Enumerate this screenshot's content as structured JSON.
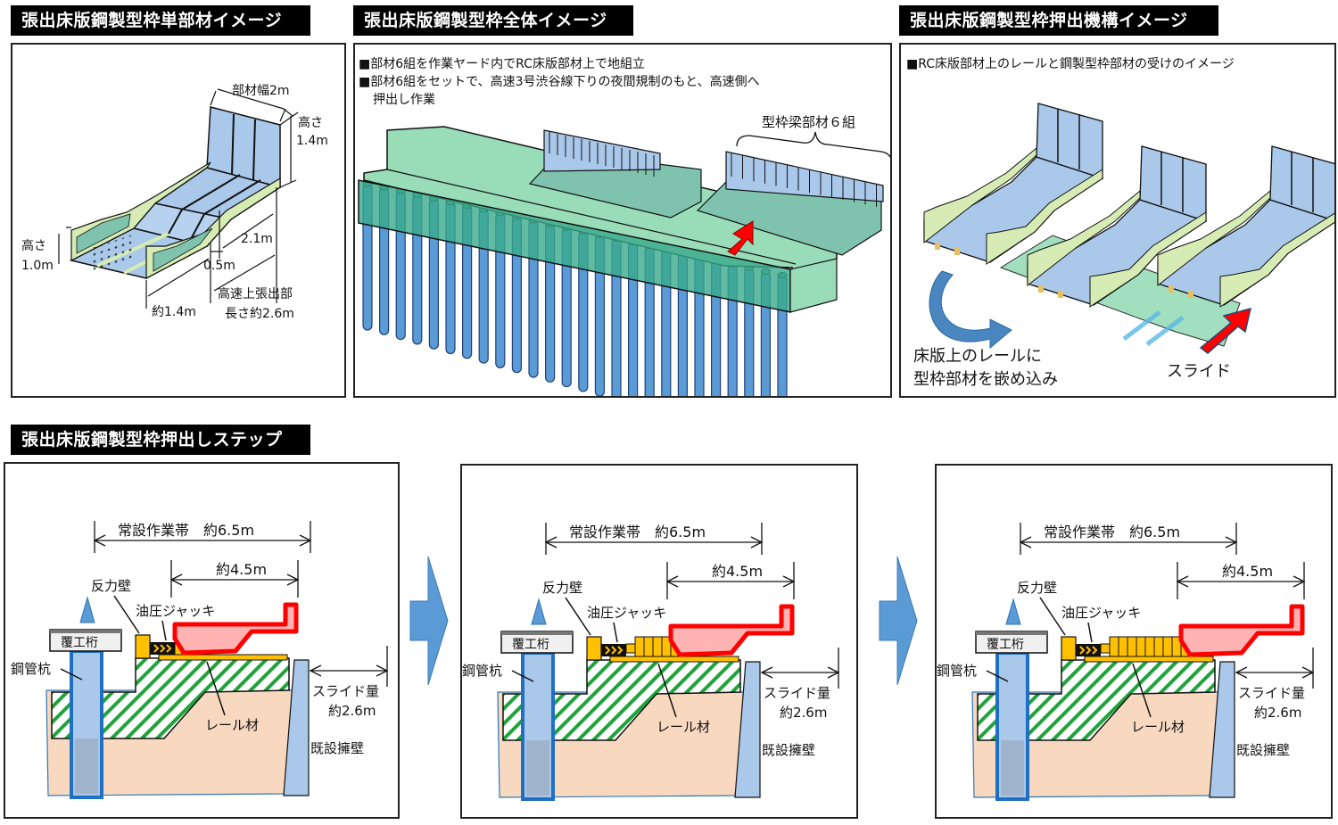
{
  "panels": {
    "single_member": {
      "title": "張出床版鋼製型枠単部材イメージ",
      "labels": {
        "member_width": "部材幅2m",
        "height_top_a": "高さ",
        "height_top_b": "1.4m",
        "height_left_a": "高さ",
        "height_left_b": "1.0m",
        "dim_2_1": "2.1m",
        "dim_0_5": "0.5m",
        "dim_1_4": "約1.4m",
        "overhang_a": "高速上張出部",
        "overhang_b": "長さ約2.6m"
      }
    },
    "overall": {
      "title": "張出床版鋼製型枠全体イメージ",
      "notes": [
        "■部材6組を作業ヤード内でRC床版部材上で地組立",
        "■部材6組をセットで、高速3号渋谷線下りの夜間規制のもと、高速側へ",
        "押出し作業"
      ],
      "brace_label": "型枠梁部材６組",
      "pile_count": 26
    },
    "mechanism": {
      "title": "張出床版鋼製型枠押出機構イメージ",
      "note": "■RC床版部材上のレールと鋼製型枠部材の受けのイメージ",
      "caption_left_a": "床版上のレールに",
      "caption_left_b": "型枠部材を嵌め込み",
      "caption_right": "スライド"
    },
    "steps": {
      "title": "張出床版鋼製型枠押出しステップ",
      "items": [
        {
          "work_zone": "常設作業帯　約6.5m",
          "overhang": "約4.5m",
          "reaction_wall": "反力壁",
          "jack": "油圧ジャッキ",
          "cover_girder": "覆工桁",
          "steel_pile": "鋼管杭",
          "rail": "レール材",
          "slide_a": "スライド量",
          "slide_b": "約2.6m",
          "retaining_wall": "既設擁壁",
          "spacer_blocks": 0
        },
        {
          "work_zone": "常設作業帯　約6.5m",
          "overhang": "約4.5m",
          "reaction_wall": "反力壁",
          "jack": "油圧ジャッキ",
          "cover_girder": "覆工桁",
          "steel_pile": "鋼管杭",
          "rail": "レール材",
          "slide_a": "スライド量",
          "slide_b": "約2.6m",
          "retaining_wall": "既設擁壁",
          "spacer_blocks": 4
        },
        {
          "work_zone": "常設作業帯　約6.5m",
          "overhang": "約4.5m",
          "reaction_wall": "反力壁",
          "jack": "油圧ジャッキ",
          "cover_girder": "覆工桁",
          "steel_pile": "鋼管杭",
          "rail": "レール材",
          "slide_a": "スライド量",
          "slide_b": "約2.6m",
          "retaining_wall": "既設擁壁",
          "spacer_blocks": 8
        }
      ]
    }
  },
  "colors": {
    "form_blue": "#a9c8ea",
    "frame_green": "#d6ecb4",
    "slab_green": "#98dcb8",
    "pile_blue": "#5b9bd5",
    "arrow_red": "#ff0000",
    "jack_yellow": "#ffc000",
    "soil": "#f8d9c0",
    "hatch_green": "#1fa33a",
    "step_arrow": "#5b9bd5"
  }
}
